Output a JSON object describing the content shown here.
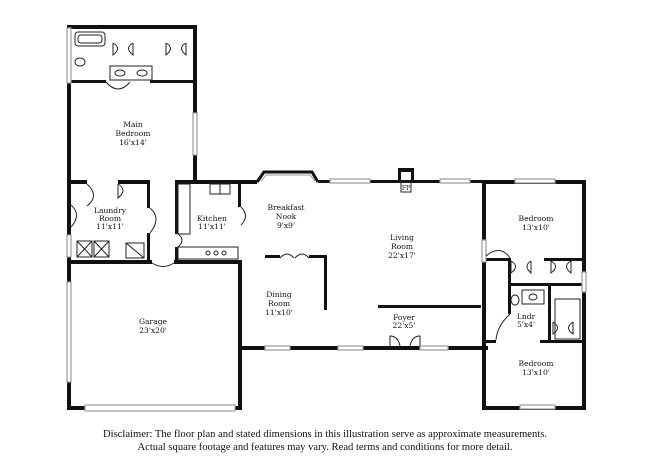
{
  "rooms": {
    "main_bedroom": {
      "name1": "Main",
      "name2": "Bedroom",
      "dims": "16'x14'"
    },
    "laundry": {
      "name1": "Laundry",
      "name2": "Room",
      "dims": "11'x11'"
    },
    "kitchen": {
      "name1": "Kitchen",
      "dims": "11'x11'"
    },
    "breakfast": {
      "name1": "Breakfast",
      "name2": "Nook",
      "dims": "9'x9'"
    },
    "living": {
      "name1": "Living",
      "name2": "Room",
      "dims": "22'x17'"
    },
    "bedroom_top": {
      "name1": "Bedroom",
      "dims": "13'x10'"
    },
    "dining": {
      "name1": "Dining",
      "name2": "Room",
      "dims": "11'x10'"
    },
    "garage": {
      "name1": "Garage",
      "dims": "23'x20'"
    },
    "foyer": {
      "name1": "Foyer",
      "dims": "22'x5'"
    },
    "lndr": {
      "name1": "Lndr",
      "dims": "5'x4'"
    },
    "bedroom_bottom": {
      "name1": "Bedroom",
      "dims": "13'x10'"
    }
  },
  "fireplace_label": "FP",
  "disclaimer": {
    "line1": "Disclaimer: The floor plan and stated dimensions in this illustration serve as approximate measurements.",
    "line2": "Actual square footage and features may vary. Read terms and conditions for more detail."
  }
}
